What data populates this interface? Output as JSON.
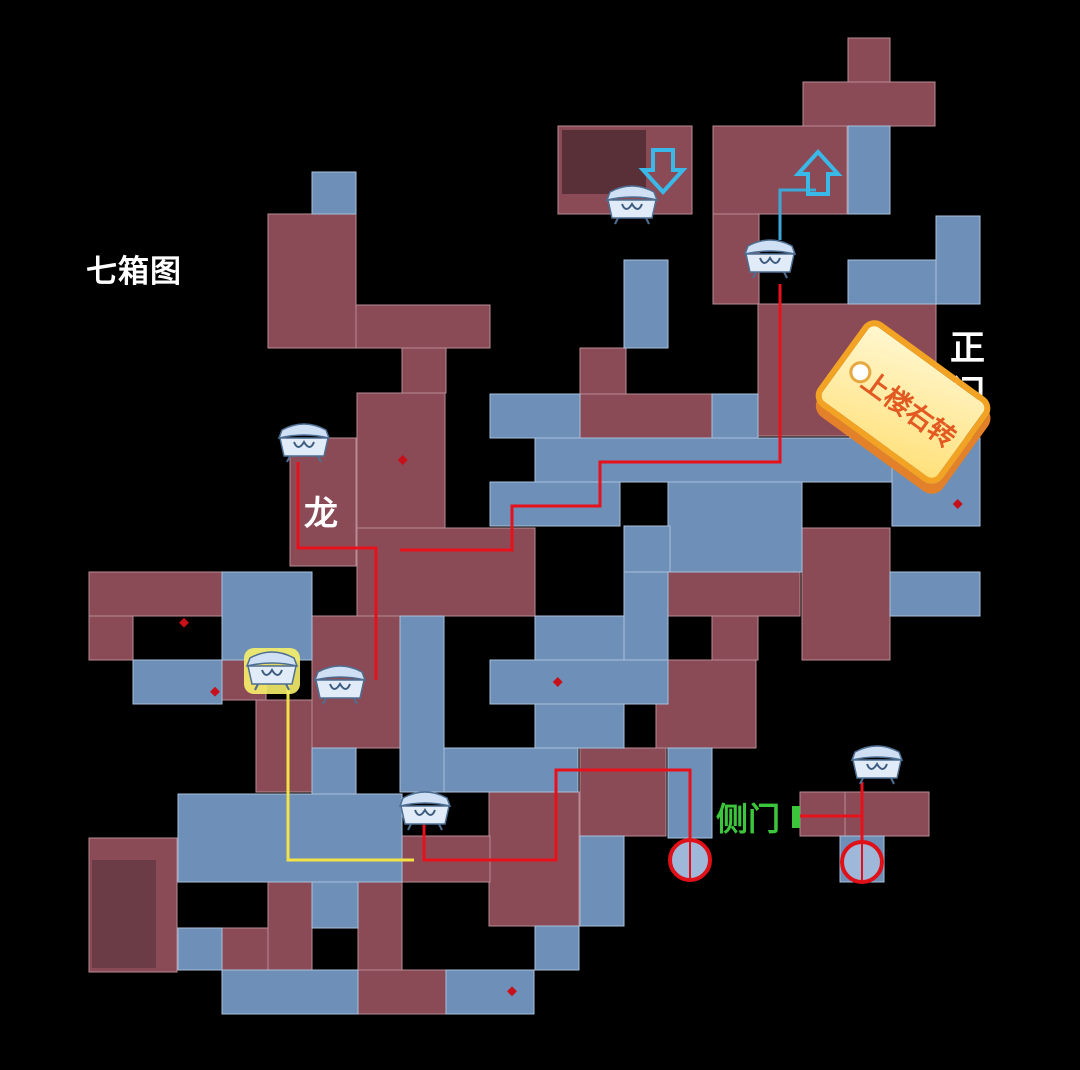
{
  "title": "七箱图",
  "labels": {
    "dragon": "龙",
    "front_gate": "正门",
    "side_gate": "侧门",
    "tag": "上楼右转"
  },
  "colors": {
    "red_room": "#8a4a56",
    "blue_room": "#6d8fb8",
    "background": "#000000",
    "red_route": "#e8111b",
    "yellow_route": "#f2e246",
    "blue_route": "#3aa8d8",
    "side_gate_text": "#3cc63c",
    "tag_fill": "#fff2b8",
    "tag_border": "#f2a324",
    "tag_text": "#e25a22"
  },
  "icons": {
    "chest": "treasure-chest-icon",
    "arrow_up": "arrow-up-icon",
    "arrow_down": "arrow-down-icon",
    "spawn": "spawn-circle-icon",
    "door": "door-marker-icon"
  },
  "chests": [
    {
      "name": "chest-top-left-of-upper-area",
      "highlight": false
    },
    {
      "name": "chest-near-up-arrow",
      "highlight": false
    },
    {
      "name": "chest-dragon",
      "highlight": false
    },
    {
      "name": "chest-yellow",
      "highlight": true
    },
    {
      "name": "chest-middle-left",
      "highlight": false
    },
    {
      "name": "chest-bottom-center",
      "highlight": false
    },
    {
      "name": "chest-bottom-right",
      "highlight": false
    }
  ]
}
